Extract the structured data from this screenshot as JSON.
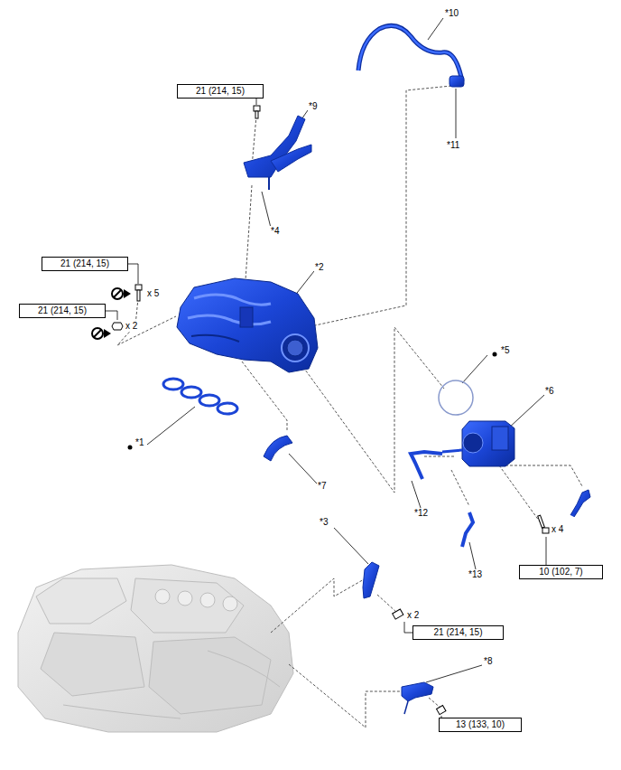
{
  "diagram": {
    "nodes": [
      {
        "text": [
          "21 (214, 15)"
        ]
      },
      {
        "text": [
          "21 (214, 15)"
        ]
      },
      {
        "text": [
          "21 (214, 15)"
        ]
      },
      {
        "text": [
          "10 (102, 7)"
        ]
      },
      {
        "text": [
          "21 (214, 15)"
        ]
      },
      {
        "text": [
          "13 (133, 10)"
        ]
      }
    ],
    "labels": [
      "*10",
      "*9",
      "*11",
      "*4",
      "*2",
      "x 5",
      "x 2",
      "*5",
      "*6",
      "*1",
      "*7",
      "*12",
      "x 4",
      "*13",
      "*3",
      "x 2",
      "*8"
    ]
  }
}
